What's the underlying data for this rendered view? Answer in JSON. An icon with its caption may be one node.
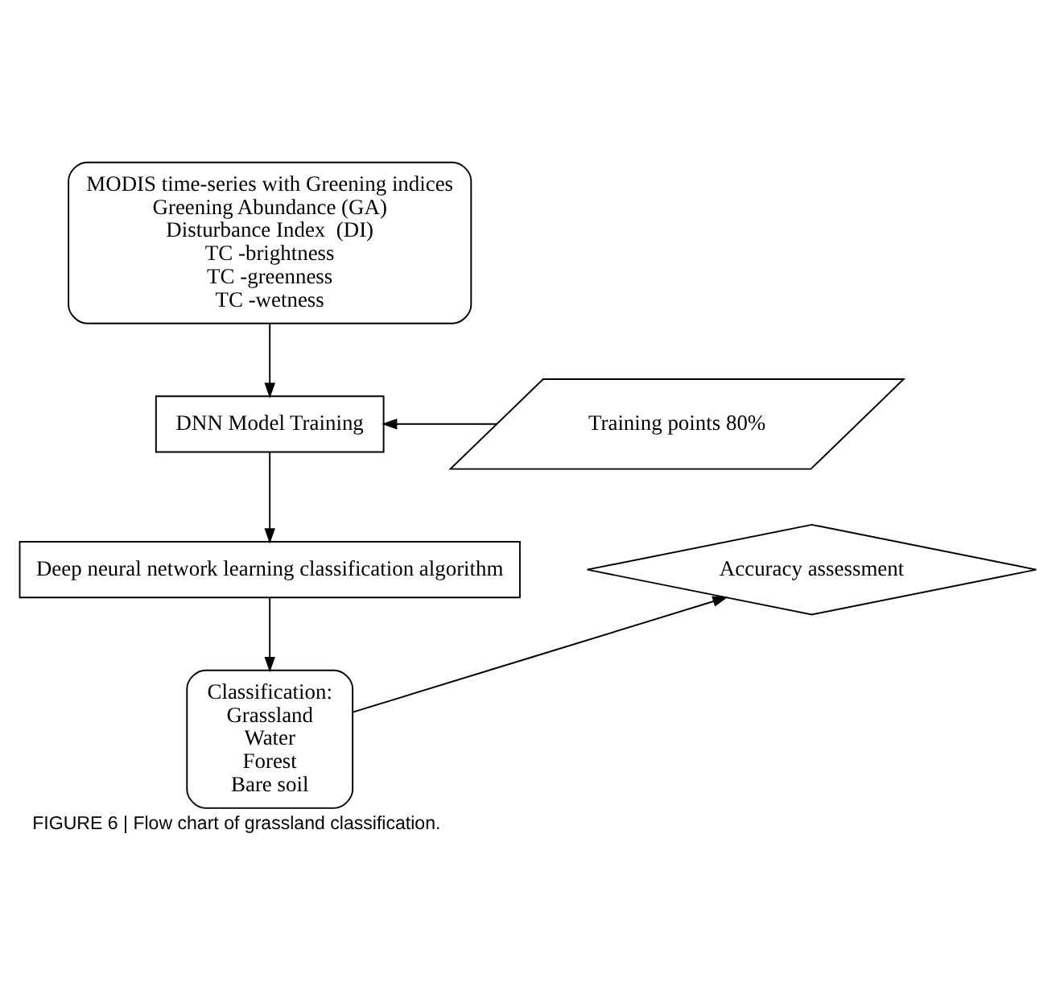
{
  "diagram": {
    "caption": "FIGURE 6 | Flow chart of grassland classification.",
    "nodes": [
      {
        "text": [
          "MODIS time-series with Greening indices",
          "Greening Abundance (GA)",
          "Disturbance Index  (DI)",
          "TC -brightness",
          "TC -greenness",
          "TC -wetness"
        ]
      },
      {
        "text": [
          "DNN Model Training"
        ]
      },
      {
        "text": [
          "Training points 80%"
        ]
      },
      {
        "text": [
          "Deep neural network learning classification algorithm"
        ]
      },
      {
        "text": [
          "Accuracy assessment"
        ]
      },
      {
        "text": [
          "Classification:",
          "Grassland",
          "Water",
          "Forest",
          "Bare soil"
        ]
      }
    ],
    "edges": [
      {
        "from": 0,
        "to": 1,
        "arrow": "to"
      },
      {
        "from": 2,
        "to": 1,
        "arrow": "to"
      },
      {
        "from": 1,
        "to": 3,
        "arrow": "to"
      },
      {
        "from": 3,
        "to": 5,
        "arrow": "to"
      },
      {
        "from": 5,
        "to": 4,
        "arrow": "to"
      }
    ]
  }
}
